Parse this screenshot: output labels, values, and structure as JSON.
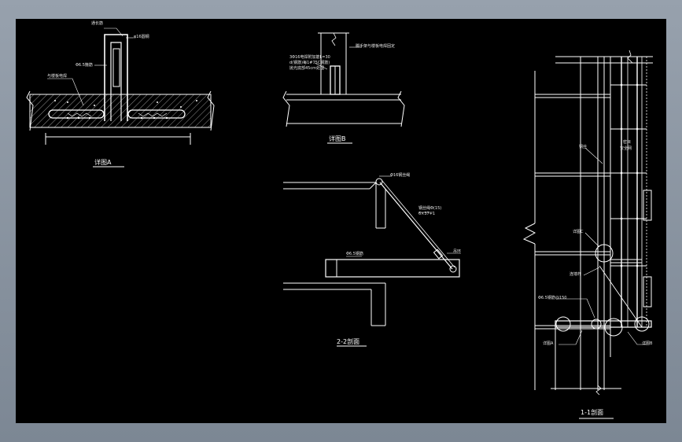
{
  "colors": {
    "background": "#000000",
    "line": "#ffffff",
    "frame": "#8a95a3"
  },
  "detail_a": {
    "title": "详图A",
    "labels": {
      "top_bar": "通长筋",
      "round_bar": "φ16圆钢",
      "stirrup": "Φ6.5箍筋",
      "weld": "与楼板电焊"
    }
  },
  "detail_b": {
    "title": "详图B",
    "labels": {
      "note_left_1": "3Φ16电焊附加筋L=30",
      "note_left_2": "d(钢筋)每1#75C钢筋)",
      "note_left_3": "抛光底部45cm处理",
      "note_right": "脚手架与楼板电焊固定"
    }
  },
  "detail_c": {
    "title": "2-2剖面",
    "labels": {
      "top": "Φ16钢丝绳",
      "rope_1": "钢丝绳Φ(15)",
      "rope_2": "6×37+1",
      "ring": "吊环",
      "beam": "Φ6.5钢筋"
    }
  },
  "section_11": {
    "title": "1-1剖面",
    "labels": {
      "rope": "钢丝",
      "net_1": "密目",
      "net_2": "安全网",
      "detail_c": "详图C",
      "tie": "连墙杆",
      "stirrup": "Φ6.5钢筋@150",
      "detail_a": "详图A",
      "detail_b": "详图B"
    }
  }
}
